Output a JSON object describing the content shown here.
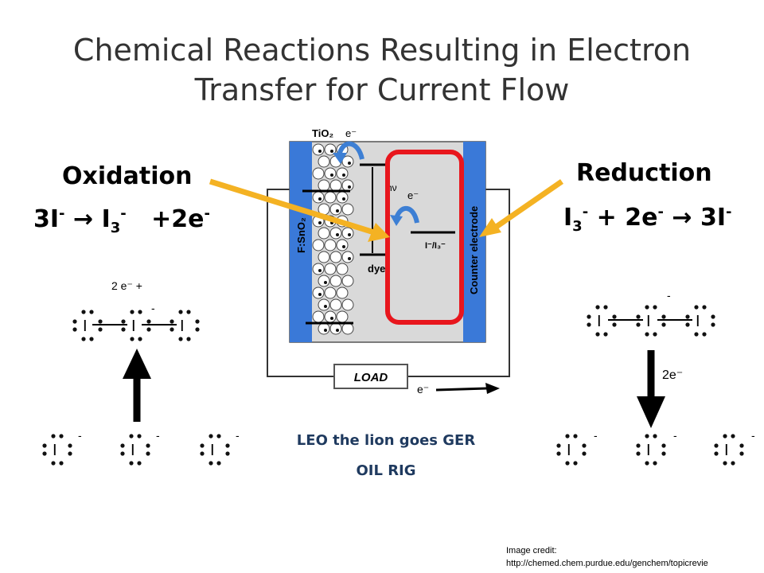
{
  "title": {
    "line1": "Chemical Reactions Resulting in Electron",
    "line2": "Transfer for Current Flow"
  },
  "oxidation": {
    "heading": "Oxidation",
    "eq_a": "3I",
    "eq_a_sup": "-",
    "arrow": "→",
    "eq_b": "I",
    "eq_b_sub": "3",
    "eq_b_sup": "-",
    "eq_c": "+2e",
    "eq_c_sup": "-"
  },
  "reduction": {
    "heading": "Reduction",
    "eq_a": "I",
    "eq_a_sub": "3",
    "eq_a_sup": "-",
    "eq_b": "+ 2e",
    "eq_b_sup": "-",
    "arrow": "→",
    "eq_c": "3I",
    "eq_c_sup": "-"
  },
  "cell": {
    "tio2_label": "TiO₂",
    "electron": "e⁻",
    "hv": "hν",
    "dye": "dye",
    "redox": "I⁻/I₃⁻",
    "anode_label": "F:SnO₂",
    "counter_label": "Counter electrode",
    "load": "LOAD",
    "e_flow": "e⁻"
  },
  "lewis_left": {
    "electrons": "2 e⁻ +",
    "charge": "-",
    "atom": "I",
    "ion_charge": "-"
  },
  "lewis_right": {
    "electrons": "2e⁻",
    "charge": "-",
    "atom": "I",
    "ion_charge": "-"
  },
  "mnemonic": {
    "line1": "LEO the lion goes GER",
    "line2": "OIL RIG"
  },
  "credit": {
    "line1": "Image credit:",
    "line2": "http://chemed.chem.purdue.edu/genchem/topicrevie"
  },
  "colors": {
    "yellow_arrow": "#f4b223",
    "red_box": "#e8161d",
    "electrode_blue": "#3a79d8",
    "curved_arrow": "#3d7fd4"
  }
}
